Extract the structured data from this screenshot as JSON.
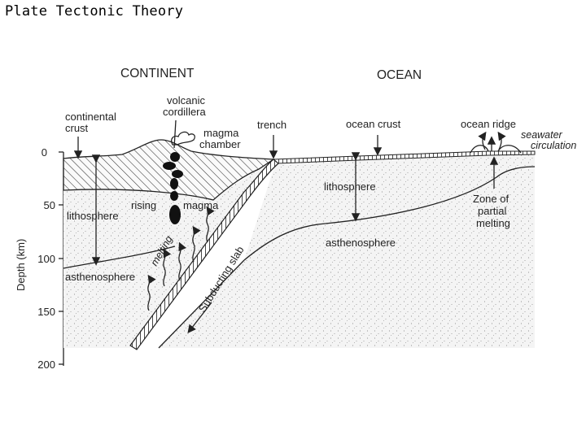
{
  "title": "Plate Tectonic Theory",
  "headers": {
    "continent": "CONTINENT",
    "ocean": "OCEAN"
  },
  "axis": {
    "label": "Depth (km)",
    "ticks": [
      "0",
      "50",
      "100",
      "150",
      "200"
    ]
  },
  "labels": {
    "continental_crust": [
      "continental",
      "crust"
    ],
    "volcanic_cordillera": [
      "volcanic",
      "cordillera"
    ],
    "magma_chamber": [
      "magma",
      "chamber"
    ],
    "trench": "trench",
    "ocean_crust": "ocean crust",
    "ocean_ridge": "ocean ridge",
    "seawater_circulation": [
      "seawater",
      "circulation"
    ],
    "lithosphere_continent": "lithosphere",
    "lithosphere_ocean": "lithosphere",
    "rising_magma": [
      "rising",
      "magma"
    ],
    "melting": "melting",
    "subducting_slab": "Subducting slab",
    "asthenosphere_continent": "asthenosphere",
    "asthenosphere_ocean": "asthenosphere",
    "zone_partial_melting": [
      "Zone of",
      "partial",
      "melting"
    ]
  }
}
